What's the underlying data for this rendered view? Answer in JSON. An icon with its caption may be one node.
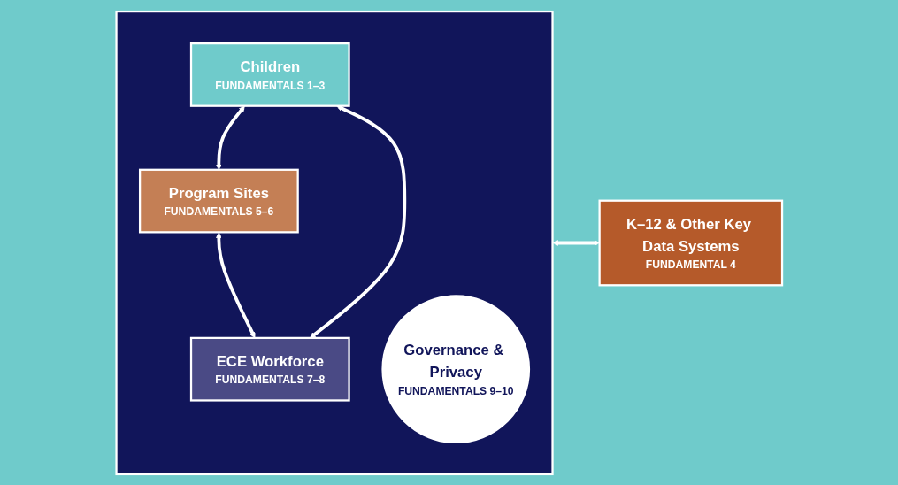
{
  "diagram": {
    "nodes": [
      {
        "text": [],
        "shape": "box"
      },
      {
        "text": [
          "Children",
          "FUNDAMENTALS 1–3"
        ],
        "in": 0
      },
      {
        "text": [
          "Governance & Privacy",
          "FUNDAMENTALS 9–10"
        ],
        "in": 0
      },
      {
        "text": [
          "Program Sites",
          "FUNDAMENTALS 5–6"
        ],
        "in": 0
      },
      {
        "text": [
          "ECE Workforce",
          "FUNDAMENTALS 7–8"
        ],
        "in": 0
      },
      {
        "text": [
          "K–12 & Other Key Data Systems",
          "FUNDAMENTAL 4"
        ]
      }
    ],
    "edges": [
      {
        "from": 1,
        "to": 3,
        "arrow": "both"
      },
      {
        "from": 3,
        "to": 4,
        "arrow": "both"
      },
      {
        "from": 1,
        "to": 4,
        "arrow": "both"
      },
      {
        "from": 0,
        "to": 5,
        "arrow": "both"
      }
    ]
  }
}
